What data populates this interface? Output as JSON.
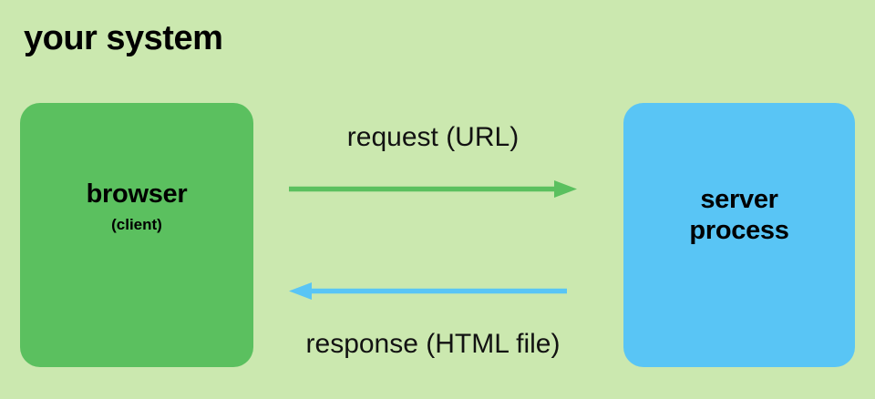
{
  "diagram": {
    "title": "your system",
    "background_color": "#cbe8af",
    "nodes": [
      {
        "id": "browser",
        "title": "browser",
        "subtitle": "(client)",
        "color": "#5bc05f"
      },
      {
        "id": "server",
        "title_line1": "server",
        "title_line2": "process",
        "color": "#59c5f5"
      }
    ],
    "edges": [
      {
        "id": "request",
        "label": "request (URL)",
        "direction": "right",
        "color": "#5bc05f"
      },
      {
        "id": "response",
        "label": "response (HTML file)",
        "direction": "left",
        "color": "#59c5f5"
      }
    ]
  }
}
